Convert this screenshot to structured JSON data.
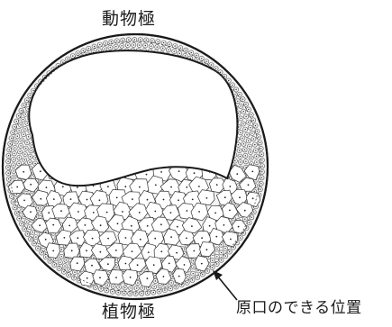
{
  "labels": {
    "animal_pole": "動物極",
    "vegetal_pole": "植物極",
    "blastopore_site": "原口のできる位置"
  }
}
